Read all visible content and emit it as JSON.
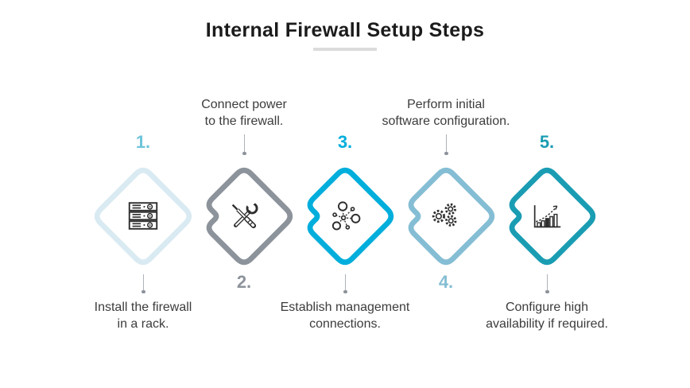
{
  "title": "Internal Firewall Setup Steps",
  "accent": {
    "title_color": "#1b1b1b",
    "underline_color": "#dcdcdc",
    "text_color": "#3c3c3c",
    "connector_color": "#aeb3b8",
    "icon_color": "#2e2e2e"
  },
  "steps": [
    {
      "number": "1.",
      "number_color": "#6fc5db",
      "diamond_color": "#d9eaf2",
      "icon": "server-rack-icon",
      "label_line1": "Install the firewall",
      "label_line2": "in a rack.",
      "text_position": "below"
    },
    {
      "number": "2.",
      "number_color": "#8d939b",
      "diamond_color": "#8d939b",
      "icon": "tools-icon",
      "label_line1": "Connect power",
      "label_line2": "to the firewall.",
      "text_position": "above"
    },
    {
      "number": "3.",
      "number_color": "#00aedc",
      "diamond_color": "#00aedc",
      "icon": "network-icon",
      "label_line1": "Establish management",
      "label_line2": "connections.",
      "text_position": "below"
    },
    {
      "number": "4.",
      "number_color": "#85bed4",
      "diamond_color": "#85bed4",
      "icon": "gears-icon",
      "label_line1": "Perform initial",
      "label_line2": "software configuration.",
      "text_position": "above"
    },
    {
      "number": "5.",
      "number_color": "#1a9db3",
      "diamond_color": "#1a9db3",
      "icon": "growth-chart-icon",
      "label_line1": "Configure high",
      "label_line2": "availability if required.",
      "text_position": "below"
    }
  ]
}
